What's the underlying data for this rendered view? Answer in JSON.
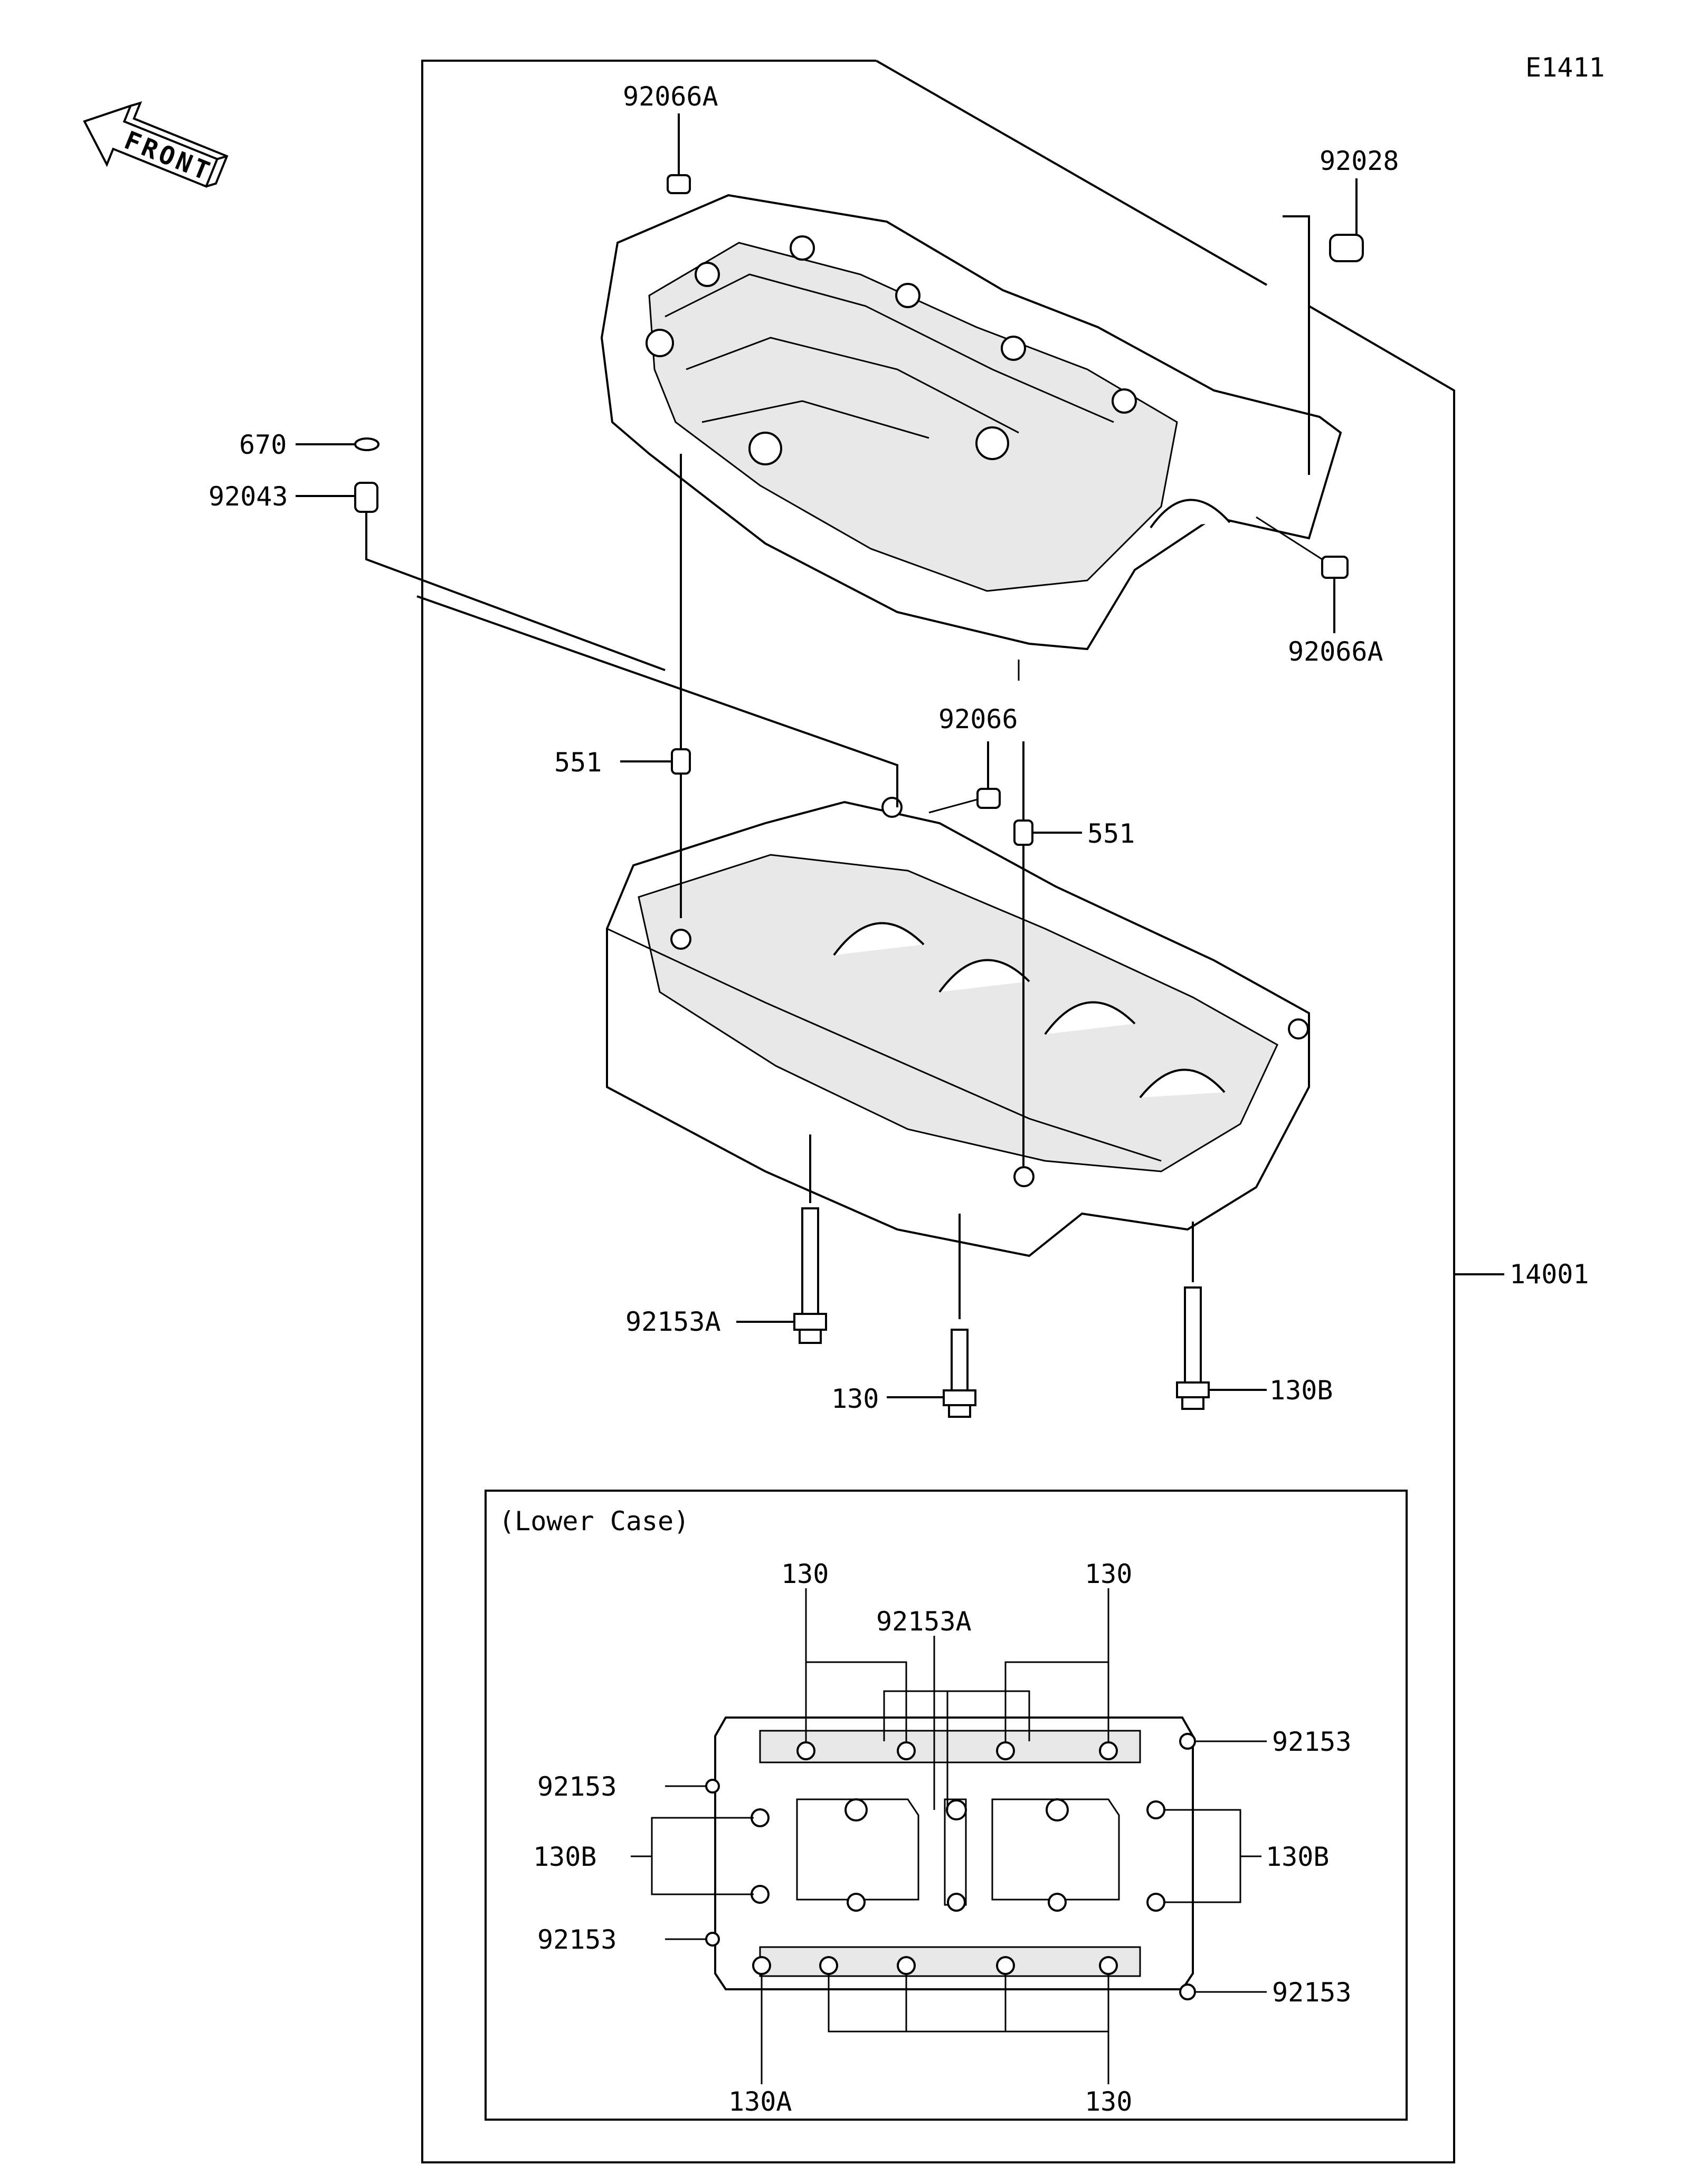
{
  "diagram_id": "E1411",
  "front_arrow": "FRONT",
  "inset_title": "(Lower Case)",
  "parts": {
    "p92066A_top": "92066A",
    "p92028": "92028",
    "p670": "670",
    "p92043": "92043",
    "p92066A_right": "92066A",
    "p92066": "92066",
    "p551_left": "551",
    "p551_right": "551",
    "p14001": "14001",
    "p92153A": "92153A",
    "p130": "130",
    "p130B": "130B"
  },
  "inset_labels": {
    "p130_top_left": "130",
    "p130_top_right": "130",
    "p92153A": "92153A",
    "p92153_left_top": "92153",
    "p130B_left": "130B",
    "p92153_left_bottom": "92153",
    "p92153_right_top": "92153",
    "p130B_right": "130B",
    "p92153_right_bottom": "92153",
    "p130A": "130A",
    "p130_bottom": "130"
  }
}
